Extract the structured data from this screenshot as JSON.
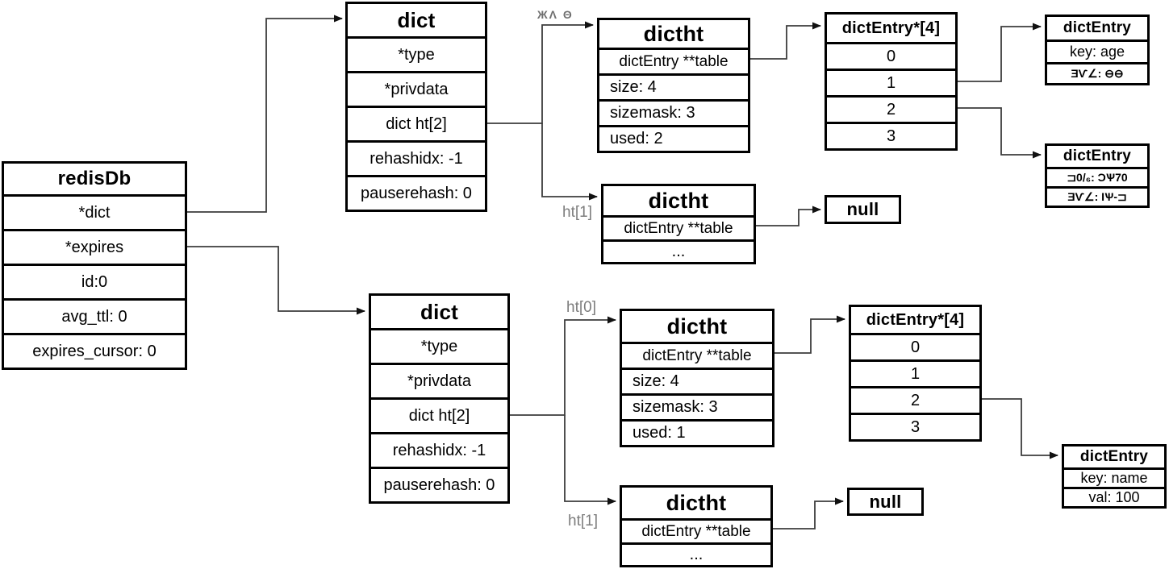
{
  "boxes": {
    "redisdb": {
      "title": "redisDb",
      "rows": [
        "*dict",
        "*expires",
        "id:0",
        "avg_ttl: 0",
        "expires_cursor: 0"
      ]
    },
    "dict_top": {
      "title": "dict",
      "rows": [
        "*type",
        "*privdata",
        "dict ht[2]",
        "rehashidx: -1",
        "pauserehash: 0"
      ]
    },
    "dictht_top_ht0": {
      "title": "dictht",
      "rows": [
        "dictEntry **table",
        "size: 4",
        "sizemask: 3",
        "used: 2"
      ]
    },
    "array_top": {
      "title": "dictEntry*[4]",
      "rows": [
        "0",
        "1",
        "2",
        "3"
      ]
    },
    "dictentry_age": {
      "title": "dictEntry",
      "rows": [
        "key: age",
        "ƎѴ∠: ⊖⊖"
      ]
    },
    "dictentry_garbled": {
      "title": "dictEntry",
      "rows": [
        "⊐0/₆: ƆѰ70",
        "ƎѴ∠: ƖѰ-⊐"
      ]
    },
    "dictht_top_ht1": {
      "title": "dictht",
      "rows": [
        "dictEntry **table",
        "..."
      ]
    },
    "null_top": {
      "label": "null"
    },
    "dict_bottom": {
      "title": "dict",
      "rows": [
        "*type",
        "*privdata",
        "dict ht[2]",
        "rehashidx: -1",
        "pauserehash: 0"
      ]
    },
    "dictht_bottom_ht0": {
      "title": "dictht",
      "rows": [
        "dictEntry **table",
        "size: 4",
        "sizemask: 3",
        "used: 1"
      ]
    },
    "array_bottom": {
      "title": "dictEntry*[4]",
      "rows": [
        "0",
        "1",
        "2",
        "3"
      ]
    },
    "dictentry_name": {
      "title": "dictEntry",
      "rows": [
        "key: name",
        "val: 100"
      ]
    },
    "dictht_bottom_ht1": {
      "title": "dictht",
      "rows": [
        "dictEntry **table",
        "..."
      ]
    },
    "null_bottom": {
      "label": "null"
    }
  },
  "labels": {
    "ht0_top_garbled": "ЖΛ Θ",
    "ht1_top": "ht[1]",
    "ht0_bottom": "ht[0]",
    "ht1_bottom": "ht[1]"
  },
  "colors": {
    "border": "#000000",
    "line": "#3c3c3c",
    "label_gray": "#7d7d7d",
    "background": "#ffffff"
  }
}
